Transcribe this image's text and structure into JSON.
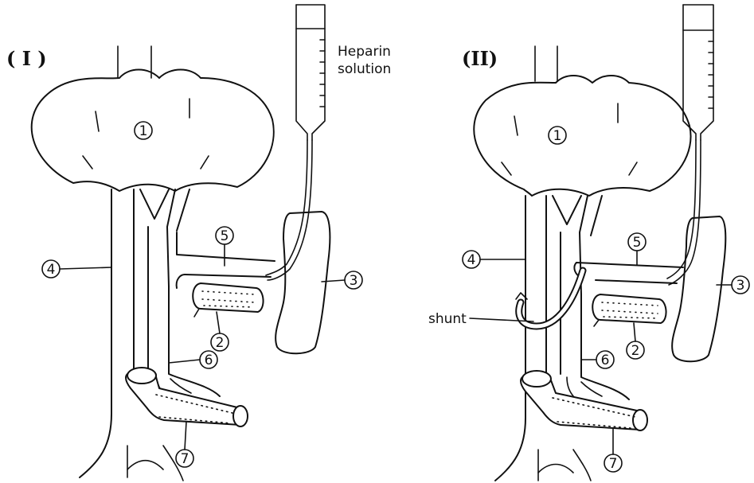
{
  "panels": [
    {
      "label": "( I )"
    },
    {
      "label": "(II)"
    }
  ],
  "heparin_label": [
    "Heparin",
    "solution"
  ],
  "shunt_label": "shunt",
  "numbers": {
    "n1": "1",
    "n2": "2",
    "n3": "3",
    "n4": "4",
    "n5": "5",
    "n6": "6",
    "n7": "7"
  }
}
